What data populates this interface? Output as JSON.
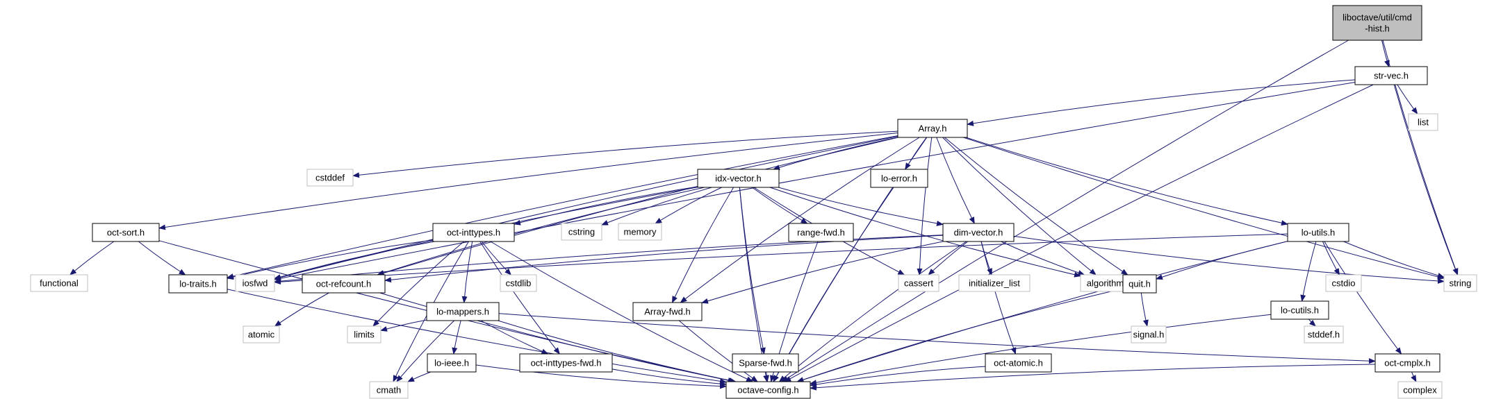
{
  "title": "",
  "colors": {
    "edge": "#191970",
    "root_fill": "#bfbfbf",
    "ext_border": "#bfbfbf",
    "node_border": "#000000"
  },
  "nodes": [
    {
      "id": "root",
      "label": [
        "liboctave/util/cmd",
        "-hist.h"
      ],
      "kind": "root"
    },
    {
      "id": "strvec",
      "label": [
        "str-vec.h"
      ],
      "kind": "header"
    },
    {
      "id": "list",
      "label": [
        "list"
      ],
      "kind": "std"
    },
    {
      "id": "array",
      "label": [
        "Array.h"
      ],
      "kind": "header"
    },
    {
      "id": "cstddef",
      "label": [
        "cstddef"
      ],
      "kind": "std"
    },
    {
      "id": "loerror",
      "label": [
        "lo-error.h"
      ],
      "kind": "header"
    },
    {
      "id": "idxvector",
      "label": [
        "idx-vector.h"
      ],
      "kind": "header"
    },
    {
      "id": "octsort",
      "label": [
        "oct-sort.h"
      ],
      "kind": "header"
    },
    {
      "id": "octinttypes",
      "label": [
        "oct-inttypes.h"
      ],
      "kind": "header"
    },
    {
      "id": "cstring",
      "label": [
        "cstring"
      ],
      "kind": "std"
    },
    {
      "id": "memory",
      "label": [
        "memory"
      ],
      "kind": "std"
    },
    {
      "id": "rangefwd",
      "label": [
        "range-fwd.h"
      ],
      "kind": "header"
    },
    {
      "id": "dimvector",
      "label": [
        "dim-vector.h"
      ],
      "kind": "header"
    },
    {
      "id": "loutils",
      "label": [
        "lo-utils.h"
      ],
      "kind": "header"
    },
    {
      "id": "functional",
      "label": [
        "functional"
      ],
      "kind": "std"
    },
    {
      "id": "lotraits",
      "label": [
        "lo-traits.h"
      ],
      "kind": "header"
    },
    {
      "id": "iosfwd",
      "label": [
        "iosfwd"
      ],
      "kind": "std"
    },
    {
      "id": "octrefcount",
      "label": [
        "oct-refcount.h"
      ],
      "kind": "header"
    },
    {
      "id": "lomappers",
      "label": [
        "lo-mappers.h"
      ],
      "kind": "header"
    },
    {
      "id": "cstdlib",
      "label": [
        "cstdlib"
      ],
      "kind": "std"
    },
    {
      "id": "arrayfwd",
      "label": [
        "Array-fwd.h"
      ],
      "kind": "header"
    },
    {
      "id": "cassert",
      "label": [
        "cassert"
      ],
      "kind": "std"
    },
    {
      "id": "initlist",
      "label": [
        "initializer_list"
      ],
      "kind": "std"
    },
    {
      "id": "algorithm",
      "label": [
        "algorithm"
      ],
      "kind": "std"
    },
    {
      "id": "quit",
      "label": [
        "quit.h"
      ],
      "kind": "header"
    },
    {
      "id": "locutils",
      "label": [
        "lo-cutils.h"
      ],
      "kind": "header"
    },
    {
      "id": "cstdio",
      "label": [
        "cstdio"
      ],
      "kind": "std"
    },
    {
      "id": "string",
      "label": [
        "string"
      ],
      "kind": "std"
    },
    {
      "id": "atomic",
      "label": [
        "atomic"
      ],
      "kind": "std"
    },
    {
      "id": "limits",
      "label": [
        "limits"
      ],
      "kind": "std"
    },
    {
      "id": "loieee",
      "label": [
        "lo-ieee.h"
      ],
      "kind": "header"
    },
    {
      "id": "octinttypesfwd",
      "label": [
        "oct-inttypes-fwd.h"
      ],
      "kind": "header"
    },
    {
      "id": "sparsefwd",
      "label": [
        "Sparse-fwd.h"
      ],
      "kind": "header"
    },
    {
      "id": "octatomic",
      "label": [
        "oct-atomic.h"
      ],
      "kind": "header"
    },
    {
      "id": "signal",
      "label": [
        "signal.h"
      ],
      "kind": "std"
    },
    {
      "id": "stddef",
      "label": [
        "stddef.h"
      ],
      "kind": "std"
    },
    {
      "id": "octcmplx",
      "label": [
        "oct-cmplx.h"
      ],
      "kind": "header"
    },
    {
      "id": "cmath",
      "label": [
        "cmath"
      ],
      "kind": "std"
    },
    {
      "id": "octaveconfig",
      "label": [
        "octave-config.h"
      ],
      "kind": "header"
    },
    {
      "id": "complex",
      "label": [
        "complex"
      ],
      "kind": "std"
    }
  ],
  "edges": [
    [
      "root",
      "strvec"
    ],
    [
      "root",
      "string"
    ],
    [
      "root",
      "octaveconfig"
    ],
    [
      "strvec",
      "array"
    ],
    [
      "strvec",
      "list"
    ],
    [
      "strvec",
      "string"
    ],
    [
      "strvec",
      "iosfwd"
    ],
    [
      "strvec",
      "octaveconfig"
    ],
    [
      "array",
      "cstddef"
    ],
    [
      "array",
      "loerror"
    ],
    [
      "array",
      "idxvector"
    ],
    [
      "array",
      "octsort"
    ],
    [
      "array",
      "dimvector"
    ],
    [
      "array",
      "loutils"
    ],
    [
      "array",
      "lotraits"
    ],
    [
      "array",
      "iosfwd"
    ],
    [
      "array",
      "octrefcount"
    ],
    [
      "array",
      "arrayfwd"
    ],
    [
      "array",
      "cassert"
    ],
    [
      "array",
      "algorithm"
    ],
    [
      "array",
      "quit"
    ],
    [
      "array",
      "string"
    ],
    [
      "array",
      "octaveconfig"
    ],
    [
      "loerror",
      "octaveconfig"
    ],
    [
      "idxvector",
      "octinttypes"
    ],
    [
      "idxvector",
      "cstring"
    ],
    [
      "idxvector",
      "memory"
    ],
    [
      "idxvector",
      "rangefwd"
    ],
    [
      "idxvector",
      "dimvector"
    ],
    [
      "idxvector",
      "iosfwd"
    ],
    [
      "idxvector",
      "octrefcount"
    ],
    [
      "idxvector",
      "arrayfwd"
    ],
    [
      "idxvector",
      "cassert"
    ],
    [
      "idxvector",
      "algorithm"
    ],
    [
      "idxvector",
      "sparsefwd"
    ],
    [
      "idxvector",
      "octaveconfig"
    ],
    [
      "octsort",
      "functional"
    ],
    [
      "octsort",
      "lotraits"
    ],
    [
      "octsort",
      "octaveconfig"
    ],
    [
      "octinttypes",
      "lotraits"
    ],
    [
      "octinttypes",
      "iosfwd"
    ],
    [
      "octinttypes",
      "lomappers"
    ],
    [
      "octinttypes",
      "cstdlib"
    ],
    [
      "octinttypes",
      "limits"
    ],
    [
      "octinttypes",
      "octinttypesfwd"
    ],
    [
      "octinttypes",
      "cmath"
    ],
    [
      "octinttypes",
      "octaveconfig"
    ],
    [
      "rangefwd",
      "octaveconfig"
    ],
    [
      "dimvector",
      "iosfwd"
    ],
    [
      "dimvector",
      "octrefcount"
    ],
    [
      "dimvector",
      "arrayfwd"
    ],
    [
      "dimvector",
      "cassert"
    ],
    [
      "dimvector",
      "initlist"
    ],
    [
      "dimvector",
      "algorithm"
    ],
    [
      "dimvector",
      "string"
    ],
    [
      "dimvector",
      "octatomic"
    ],
    [
      "dimvector",
      "octaveconfig"
    ],
    [
      "loutils",
      "iosfwd"
    ],
    [
      "loutils",
      "quit"
    ],
    [
      "loutils",
      "locutils"
    ],
    [
      "loutils",
      "cstdio"
    ],
    [
      "loutils",
      "string"
    ],
    [
      "loutils",
      "octcmplx"
    ],
    [
      "loutils",
      "octaveconfig"
    ],
    [
      "lotraits",
      "octaveconfig"
    ],
    [
      "octrefcount",
      "atomic"
    ],
    [
      "octrefcount",
      "octaveconfig"
    ],
    [
      "lomappers",
      "limits"
    ],
    [
      "lomappers",
      "loieee"
    ],
    [
      "lomappers",
      "octinttypesfwd"
    ],
    [
      "lomappers",
      "cmath"
    ],
    [
      "lomappers",
      "octcmplx"
    ],
    [
      "lomappers",
      "octaveconfig"
    ],
    [
      "arrayfwd",
      "octaveconfig"
    ],
    [
      "quit",
      "signal"
    ],
    [
      "quit",
      "octaveconfig"
    ],
    [
      "locutils",
      "stddef"
    ],
    [
      "locutils",
      "octaveconfig"
    ],
    [
      "loieee",
      "cmath"
    ],
    [
      "loieee",
      "octaveconfig"
    ],
    [
      "octinttypesfwd",
      "octaveconfig"
    ],
    [
      "sparsefwd",
      "octaveconfig"
    ],
    [
      "octatomic",
      "octaveconfig"
    ],
    [
      "octcmplx",
      "complex"
    ],
    [
      "octcmplx",
      "octaveconfig"
    ]
  ]
}
